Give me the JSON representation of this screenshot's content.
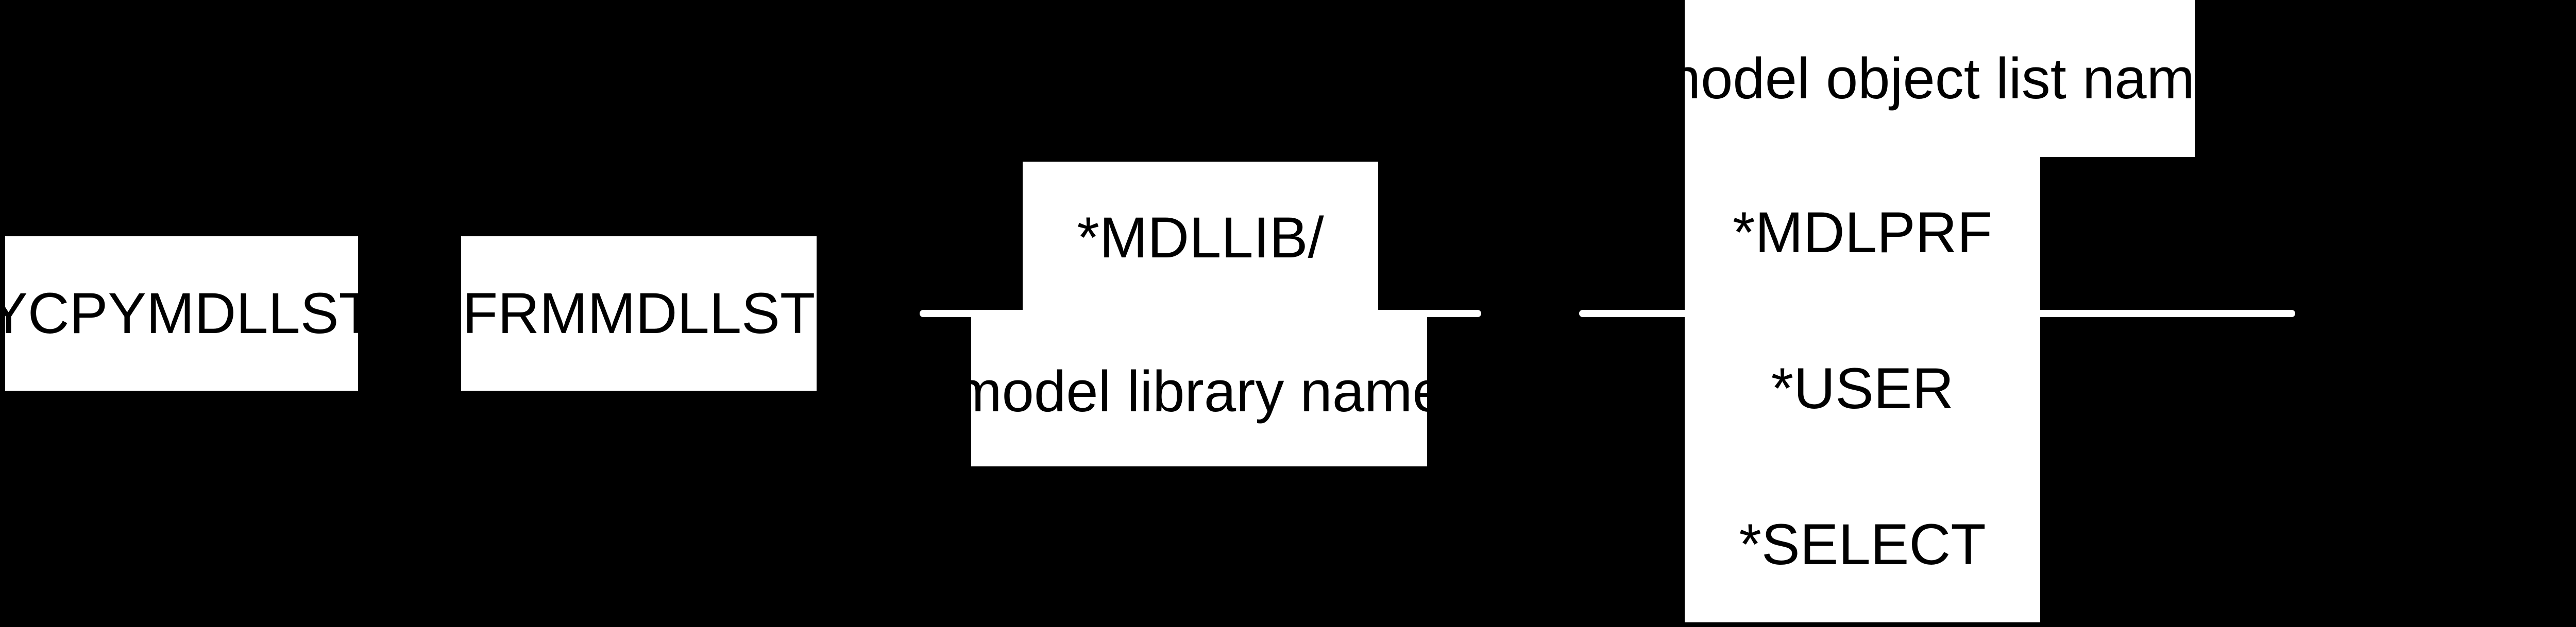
{
  "command": "YCPYMDLLST",
  "keyword": "FRMMDLLST",
  "library": {
    "default": "*MDLLIB/",
    "alternative": "model library name"
  },
  "list": {
    "options": [
      "model object list name",
      "*MDLPRF",
      "*USER",
      "*SELECT"
    ]
  },
  "colors": {
    "background": "#000000",
    "box": "#ffffff",
    "text": "#000000"
  }
}
